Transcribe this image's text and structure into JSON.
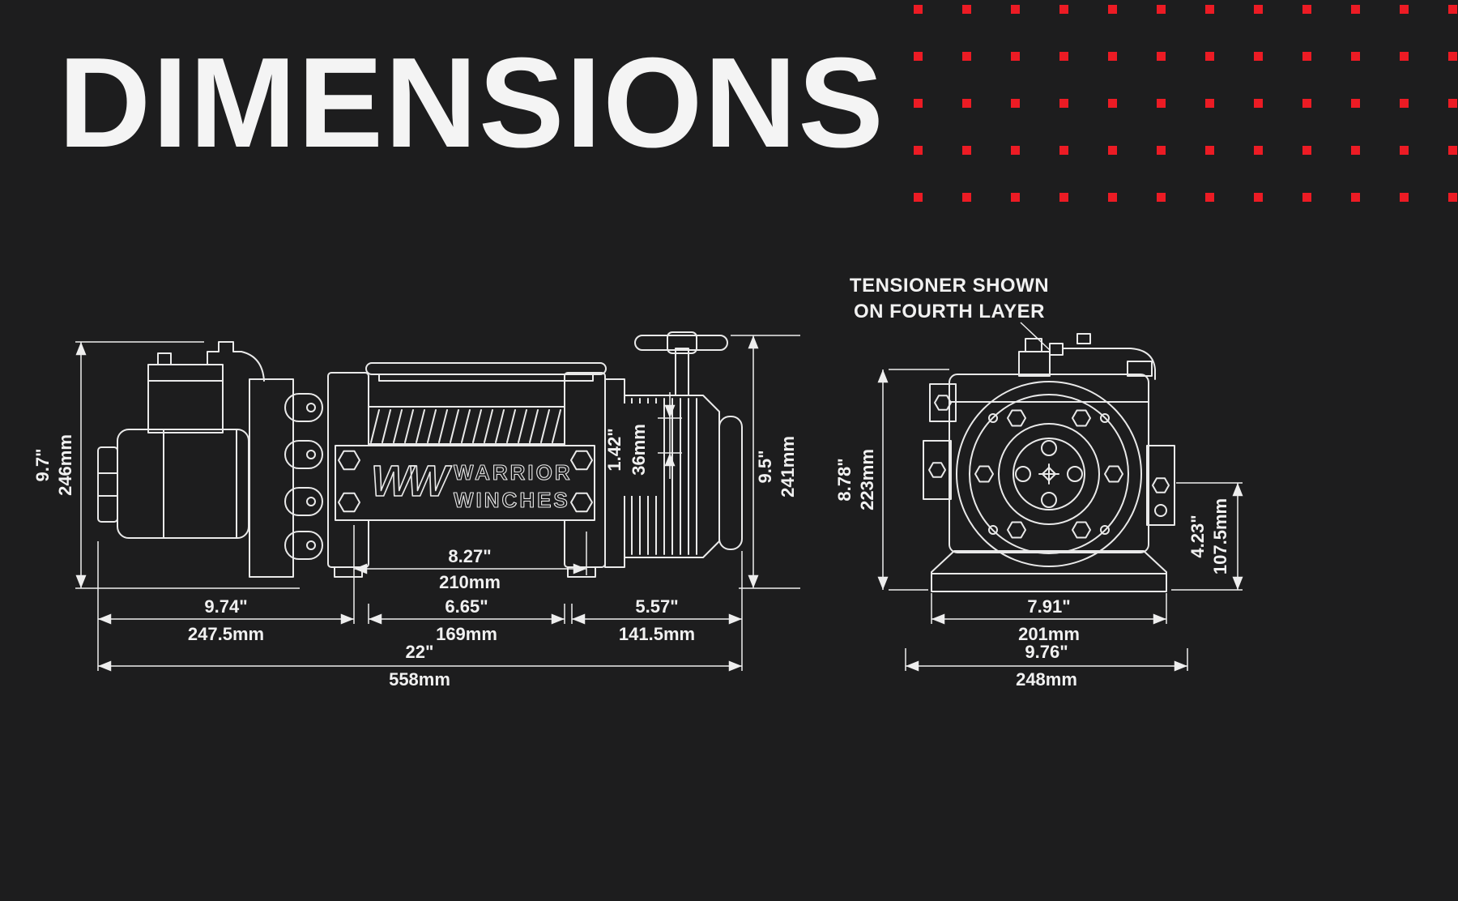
{
  "page": {
    "title": "DIMENSIONS"
  },
  "note": {
    "line1": "TENSIONER SHOWN",
    "line2": "ON FOURTH LAYER"
  },
  "brand": {
    "logo": "WW",
    "line1": "WARRIOR",
    "line2": "WINCHES"
  },
  "side_view": {
    "dims": {
      "overall_height": {
        "inches": "9.7\"",
        "mm": "246mm"
      },
      "drum_flange": {
        "inches": "1.42\"",
        "mm": "36mm"
      },
      "height_right": {
        "inches": "9.5\"",
        "mm": "241mm"
      },
      "drum_length": {
        "inches": "8.27\"",
        "mm": "210mm"
      },
      "motor_section": {
        "inches": "9.74\"",
        "mm": "247.5mm"
      },
      "bolt_pattern": {
        "inches": "6.65\"",
        "mm": "169mm"
      },
      "clutch_section": {
        "inches": "5.57\"",
        "mm": "141.5mm"
      },
      "overall_length": {
        "inches": "22\"",
        "mm": "558mm"
      }
    }
  },
  "end_view": {
    "dims": {
      "overall_height": {
        "inches": "8.78\"",
        "mm": "223mm"
      },
      "center_height": {
        "inches": "4.23\"",
        "mm": "107.5mm"
      },
      "bolt_width": {
        "inches": "7.91\"",
        "mm": "201mm"
      },
      "overall_width": {
        "inches": "9.76\"",
        "mm": "248mm"
      }
    }
  }
}
